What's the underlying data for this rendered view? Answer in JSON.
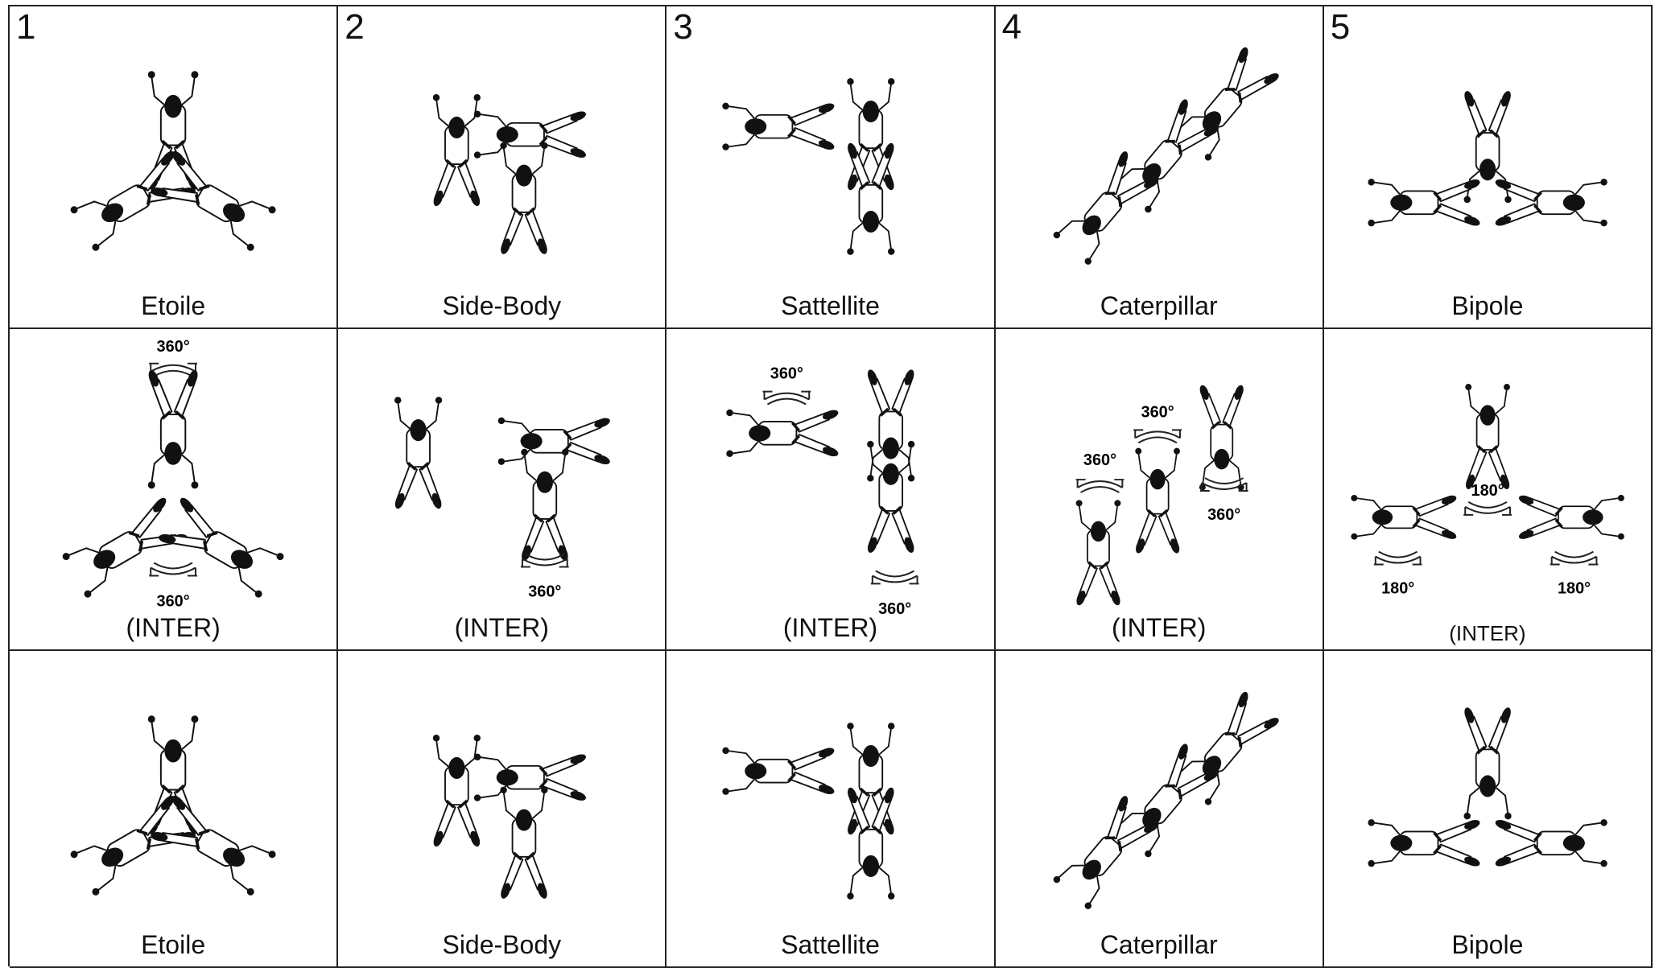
{
  "rows": [
    {
      "cells": [
        {
          "number": "1",
          "label": "Etoile"
        },
        {
          "number": "2",
          "label": "Side-Body"
        },
        {
          "number": "3",
          "label": "Sattellite"
        },
        {
          "number": "4",
          "label": "Caterpillar"
        },
        {
          "number": "5",
          "label": "Bipole"
        }
      ]
    },
    {
      "cells": [
        {
          "label": "(INTER)",
          "rotations": [
            "360°",
            "360°"
          ]
        },
        {
          "label": "(INTER)",
          "rotations": [
            "360°"
          ]
        },
        {
          "label": "(INTER)",
          "rotations": [
            "360°",
            "360°"
          ]
        },
        {
          "label": "(INTER)",
          "rotations": [
            "360°",
            "360°",
            "360°"
          ]
        },
        {
          "label": "(INTER)",
          "rotations": [
            "180°",
            "180°",
            "180°"
          ]
        }
      ]
    },
    {
      "cells": [
        {
          "label": "Etoile"
        },
        {
          "label": "Side-Body"
        },
        {
          "label": "Sattellite"
        },
        {
          "label": "Caterpillar"
        },
        {
          "label": "Bipole"
        }
      ]
    }
  ]
}
